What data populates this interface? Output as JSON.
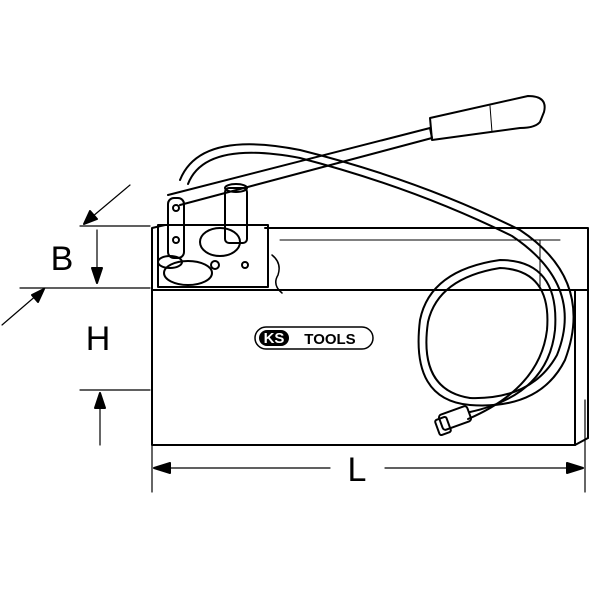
{
  "dimensions": {
    "b_label": "B",
    "h_label": "H",
    "l_label": "L"
  },
  "logo": {
    "text_ks": "KS",
    "text_tools": "TOOLS"
  },
  "colors": {
    "line": "#000000",
    "background": "#ffffff"
  }
}
